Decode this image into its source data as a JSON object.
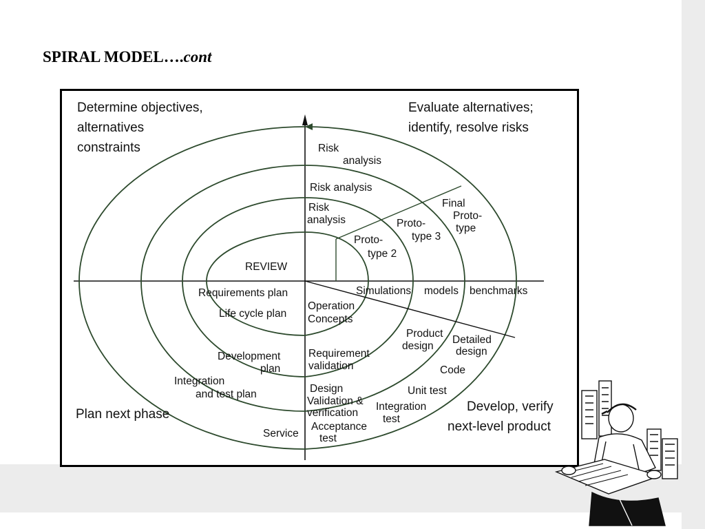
{
  "slide": {
    "title": "SPIRAL MODEL….",
    "title_italic": "cont"
  },
  "diagram": {
    "quadrants": {
      "top_left": [
        "Determine objectives,",
        "alternatives",
        "constraints"
      ],
      "top_right": [
        "Evaluate alternatives;",
        "identify, resolve risks"
      ],
      "bottom_left": [
        "Plan next phase"
      ],
      "bottom_right": [
        "Develop, verify",
        "next-level product"
      ]
    },
    "labels": {
      "risk_analysis_outer": [
        "Risk",
        "analysis"
      ],
      "risk_analysis_2": "Risk analysis",
      "risk_analysis_inner": [
        "Risk",
        "analysis"
      ],
      "final_prototype": [
        "Final",
        "Proto-",
        "type"
      ],
      "prototype_3": [
        "Proto-",
        "type 3"
      ],
      "prototype_2": [
        "Proto-",
        "type 2"
      ],
      "review": "REVIEW",
      "requirements_plan": "Requirements plan",
      "life_cycle_plan": "Life cycle plan",
      "simulations": "Simulations",
      "models": "models",
      "benchmarks": "benchmarks",
      "operation_concepts": [
        "Operation",
        "Concepts"
      ],
      "product_design": [
        "Product",
        "design"
      ],
      "detailed_design": [
        "Detailed",
        "design"
      ],
      "development_plan": [
        "Development",
        "plan"
      ],
      "requirement_validation": [
        "Requirement",
        "validation"
      ],
      "code": "Code",
      "integration_and_test_plan": [
        "Integration",
        "and test plan"
      ],
      "design_validation": [
        "Design",
        "Validation &",
        "verification"
      ],
      "unit_test": "Unit test",
      "integration_test": [
        "Integration",
        "test"
      ],
      "service": "Service",
      "acceptance_test": [
        "Acceptance",
        "test"
      ]
    }
  },
  "colors": {
    "spiral": "#2d4a2d",
    "ink": "#111111",
    "band": "#ececec"
  }
}
